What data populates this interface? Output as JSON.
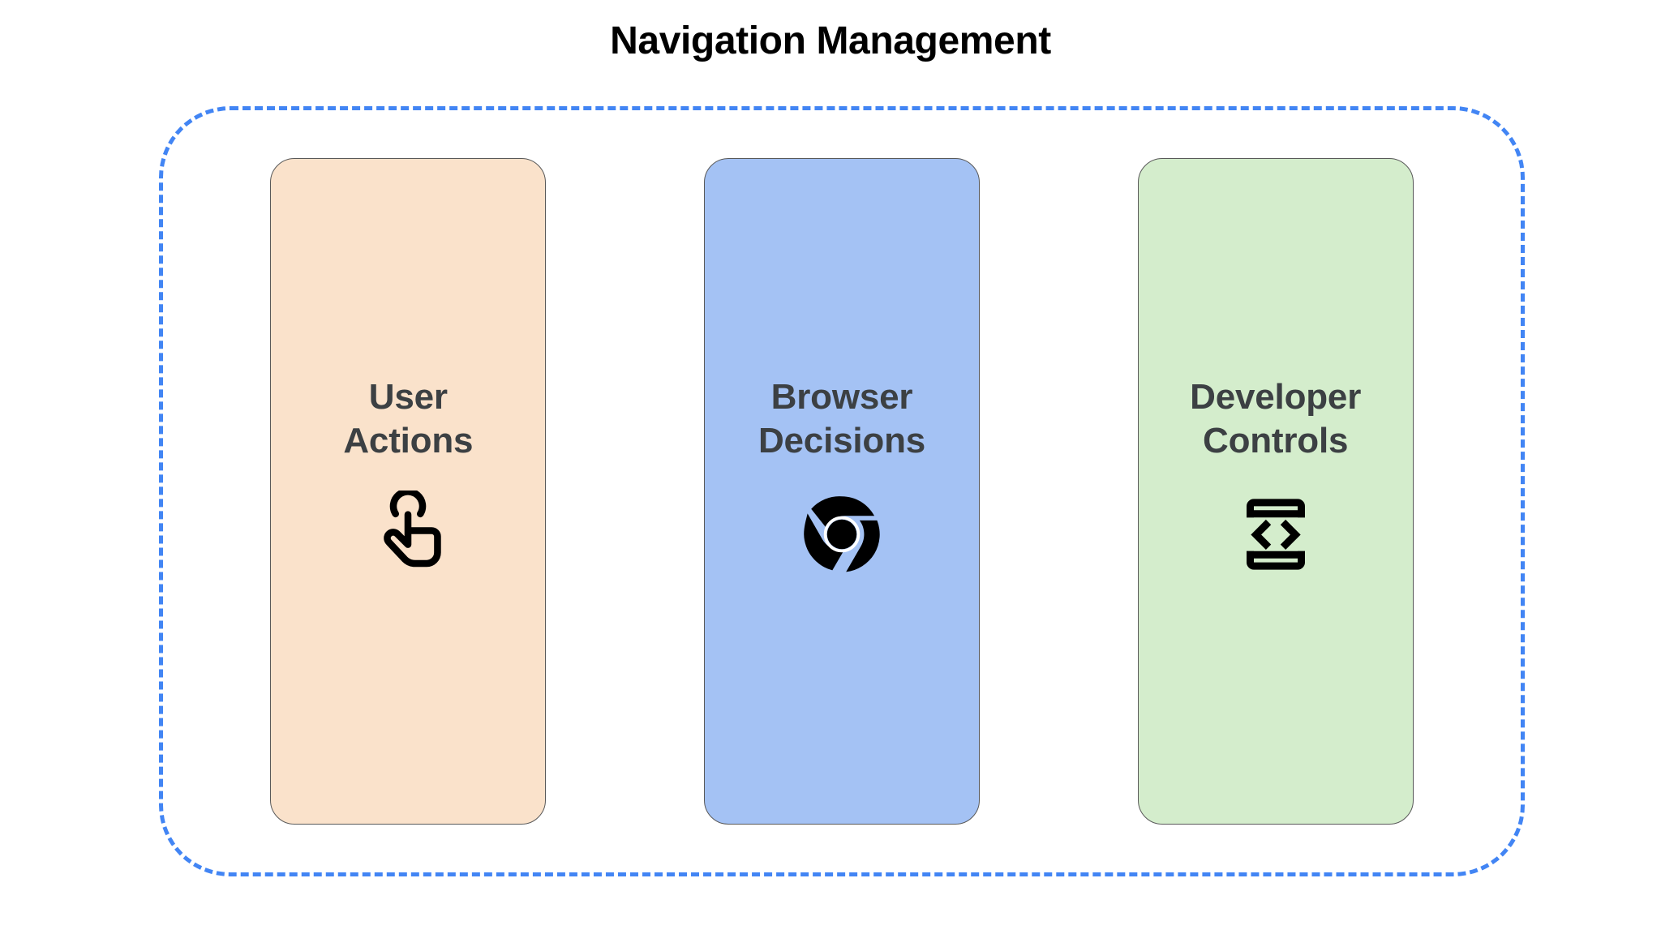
{
  "diagram": {
    "title": "Navigation Management",
    "container": {
      "name": "navigation-management-group",
      "border_style": "dashed",
      "border_color": "#4285f4"
    },
    "cards": [
      {
        "label": "User\nActions",
        "background_color": "#fae2cb",
        "border_color": "#595959",
        "text_color": "#3c4043",
        "icon": "touch-tap-gesture-icon",
        "icon_color": "#000000"
      },
      {
        "label": "Browser\nDecisions",
        "background_color": "#a4c2f4",
        "border_color": "#595959",
        "text_color": "#3c4043",
        "icon": "chrome-browser-icon",
        "icon_color": "#000000"
      },
      {
        "label": "Developer\nControls",
        "background_color": "#d4edcc",
        "border_color": "#595959",
        "text_color": "#3c4043",
        "icon": "developer-mode-code-icon",
        "icon_color": "#000000"
      }
    ]
  }
}
